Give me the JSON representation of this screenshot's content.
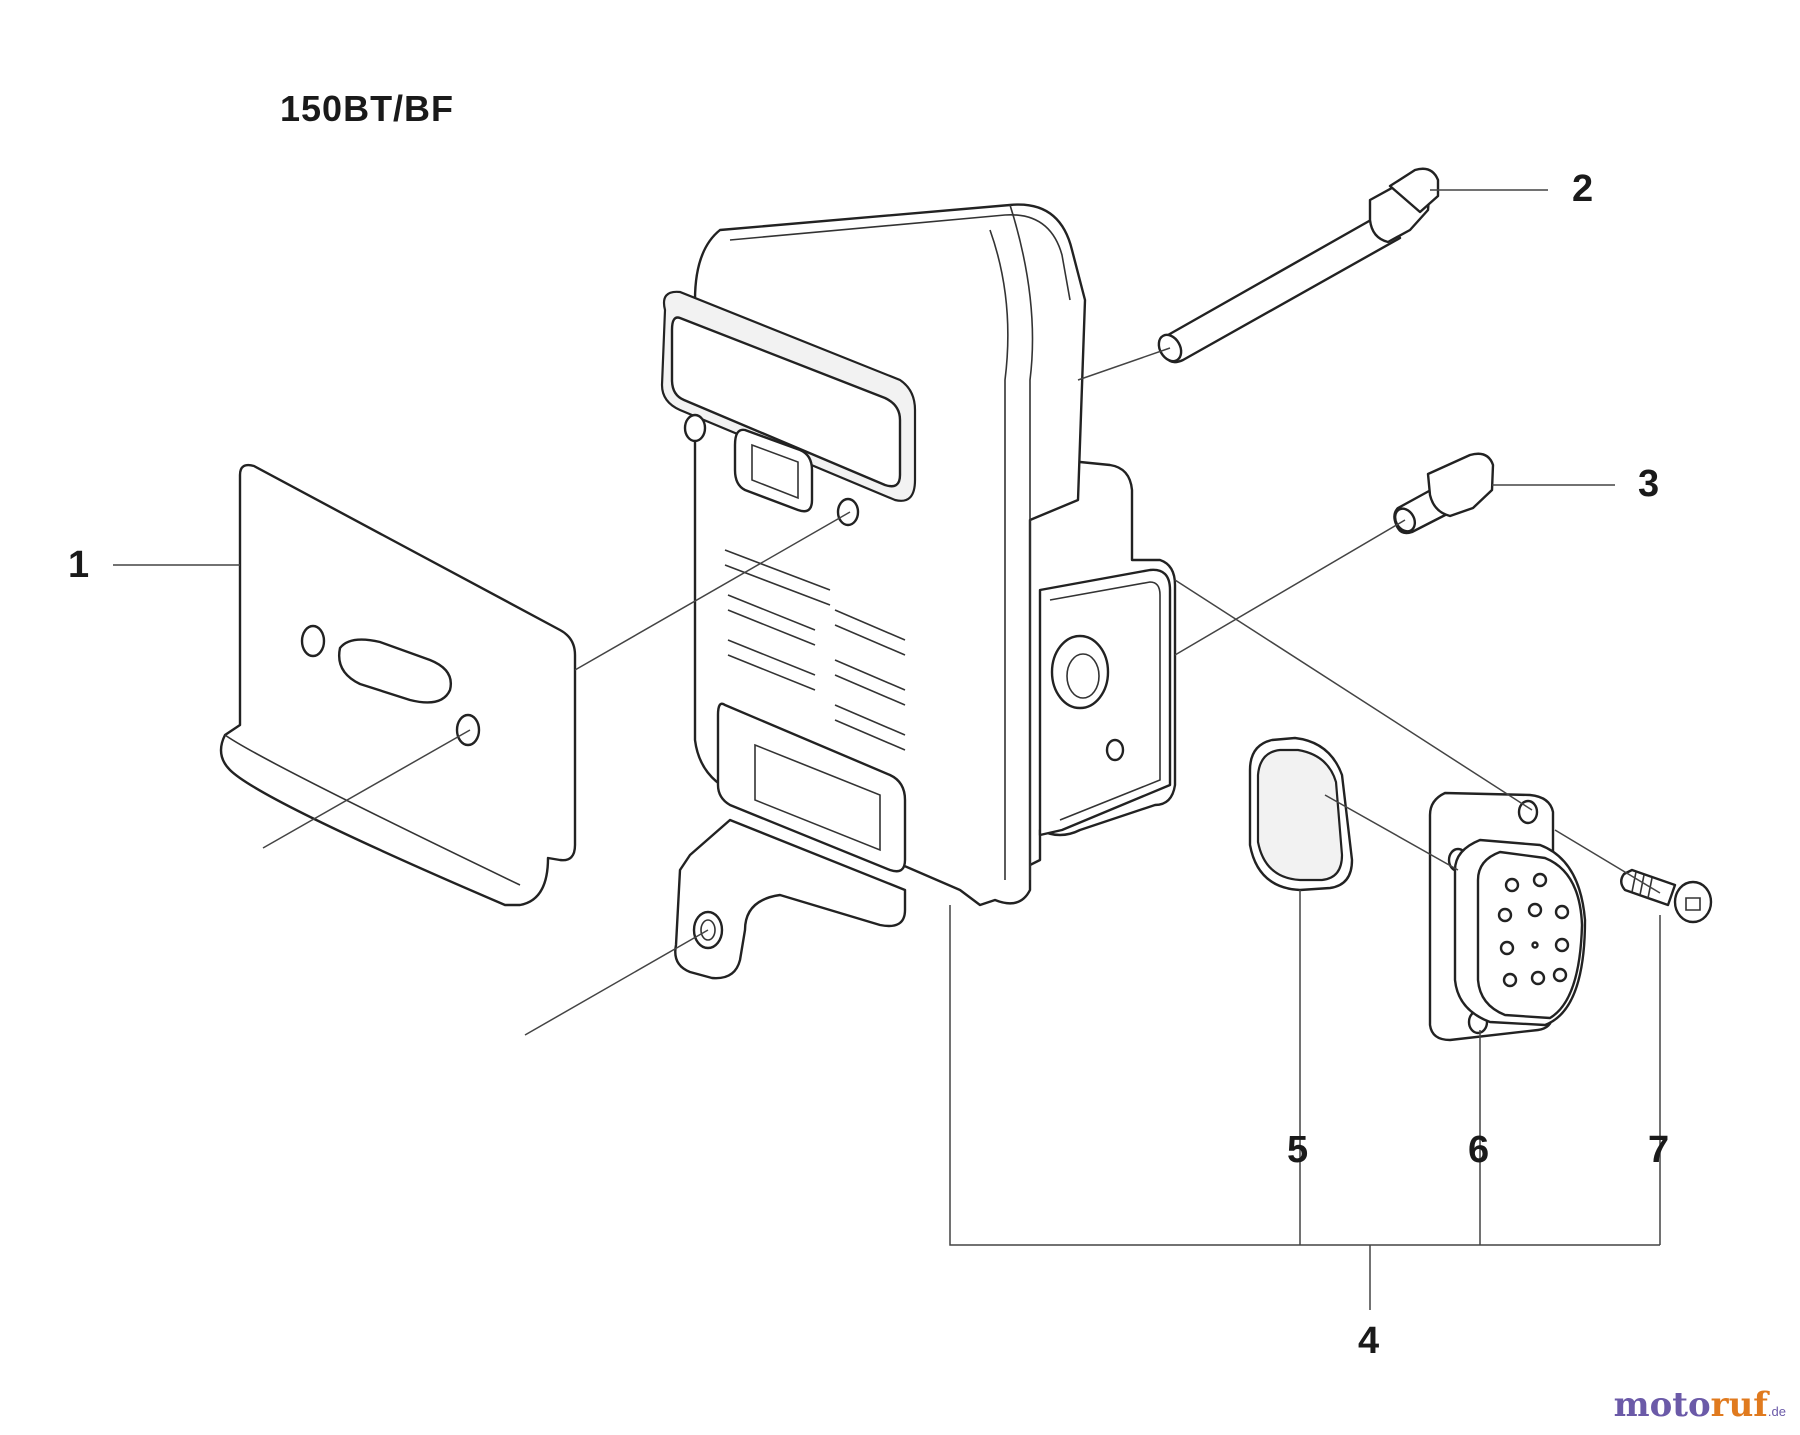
{
  "title": "150BT/BF",
  "callouts": [
    "1",
    "2",
    "3",
    "4",
    "5",
    "6",
    "7"
  ],
  "watermark": {
    "main": "moto",
    "accent": "ruf",
    "suffix": ".de"
  }
}
